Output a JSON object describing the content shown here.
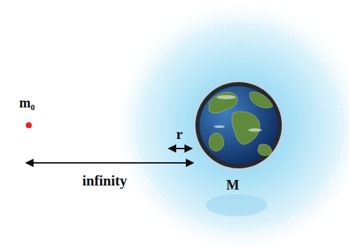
{
  "diagram": {
    "labels": [
      "m₀",
      "r",
      "infinity",
      "M"
    ]
  }
}
